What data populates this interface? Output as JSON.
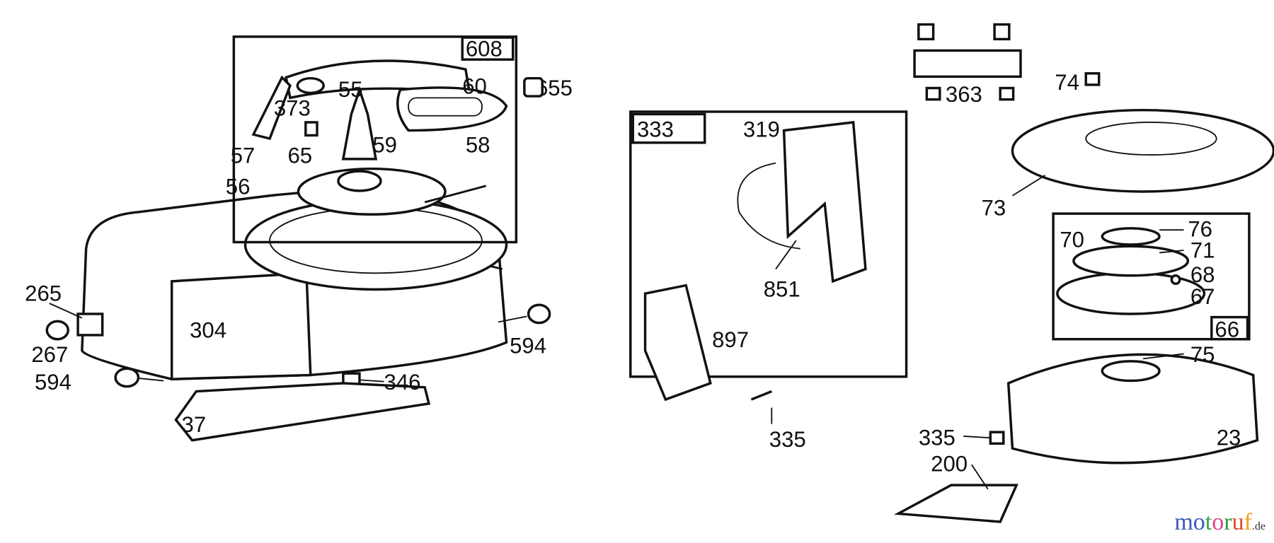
{
  "callouts": {
    "box_608": "608",
    "p55": "55",
    "p373": "373",
    "p60": "60",
    "p655": "655",
    "p58": "58",
    "p59": "59",
    "p57": "57",
    "p65": "65",
    "p56": "56",
    "p265": "265",
    "p267": "267",
    "p304": "304",
    "p594a": "594",
    "p594b": "594",
    "p346": "346",
    "p37": "37",
    "box_333": "333",
    "p319": "319",
    "p851": "851",
    "p897": "897",
    "p335a": "335",
    "p363": "363",
    "p74": "74",
    "p73": "73",
    "p76": "76",
    "p70": "70",
    "p71": "71",
    "p68": "68",
    "p67": "67",
    "box_66": "66",
    "p75": "75",
    "p23": "23",
    "p335b": "335",
    "p200": "200"
  },
  "watermark": {
    "text": "motoruf",
    "suffix": ".de",
    "colors": [
      "#3b5bb5",
      "#3b5bb5",
      "#3aa64a",
      "#e0408a",
      "#2e9e3e",
      "#e04a2a",
      "#f0a020",
      "#e8c020"
    ]
  }
}
